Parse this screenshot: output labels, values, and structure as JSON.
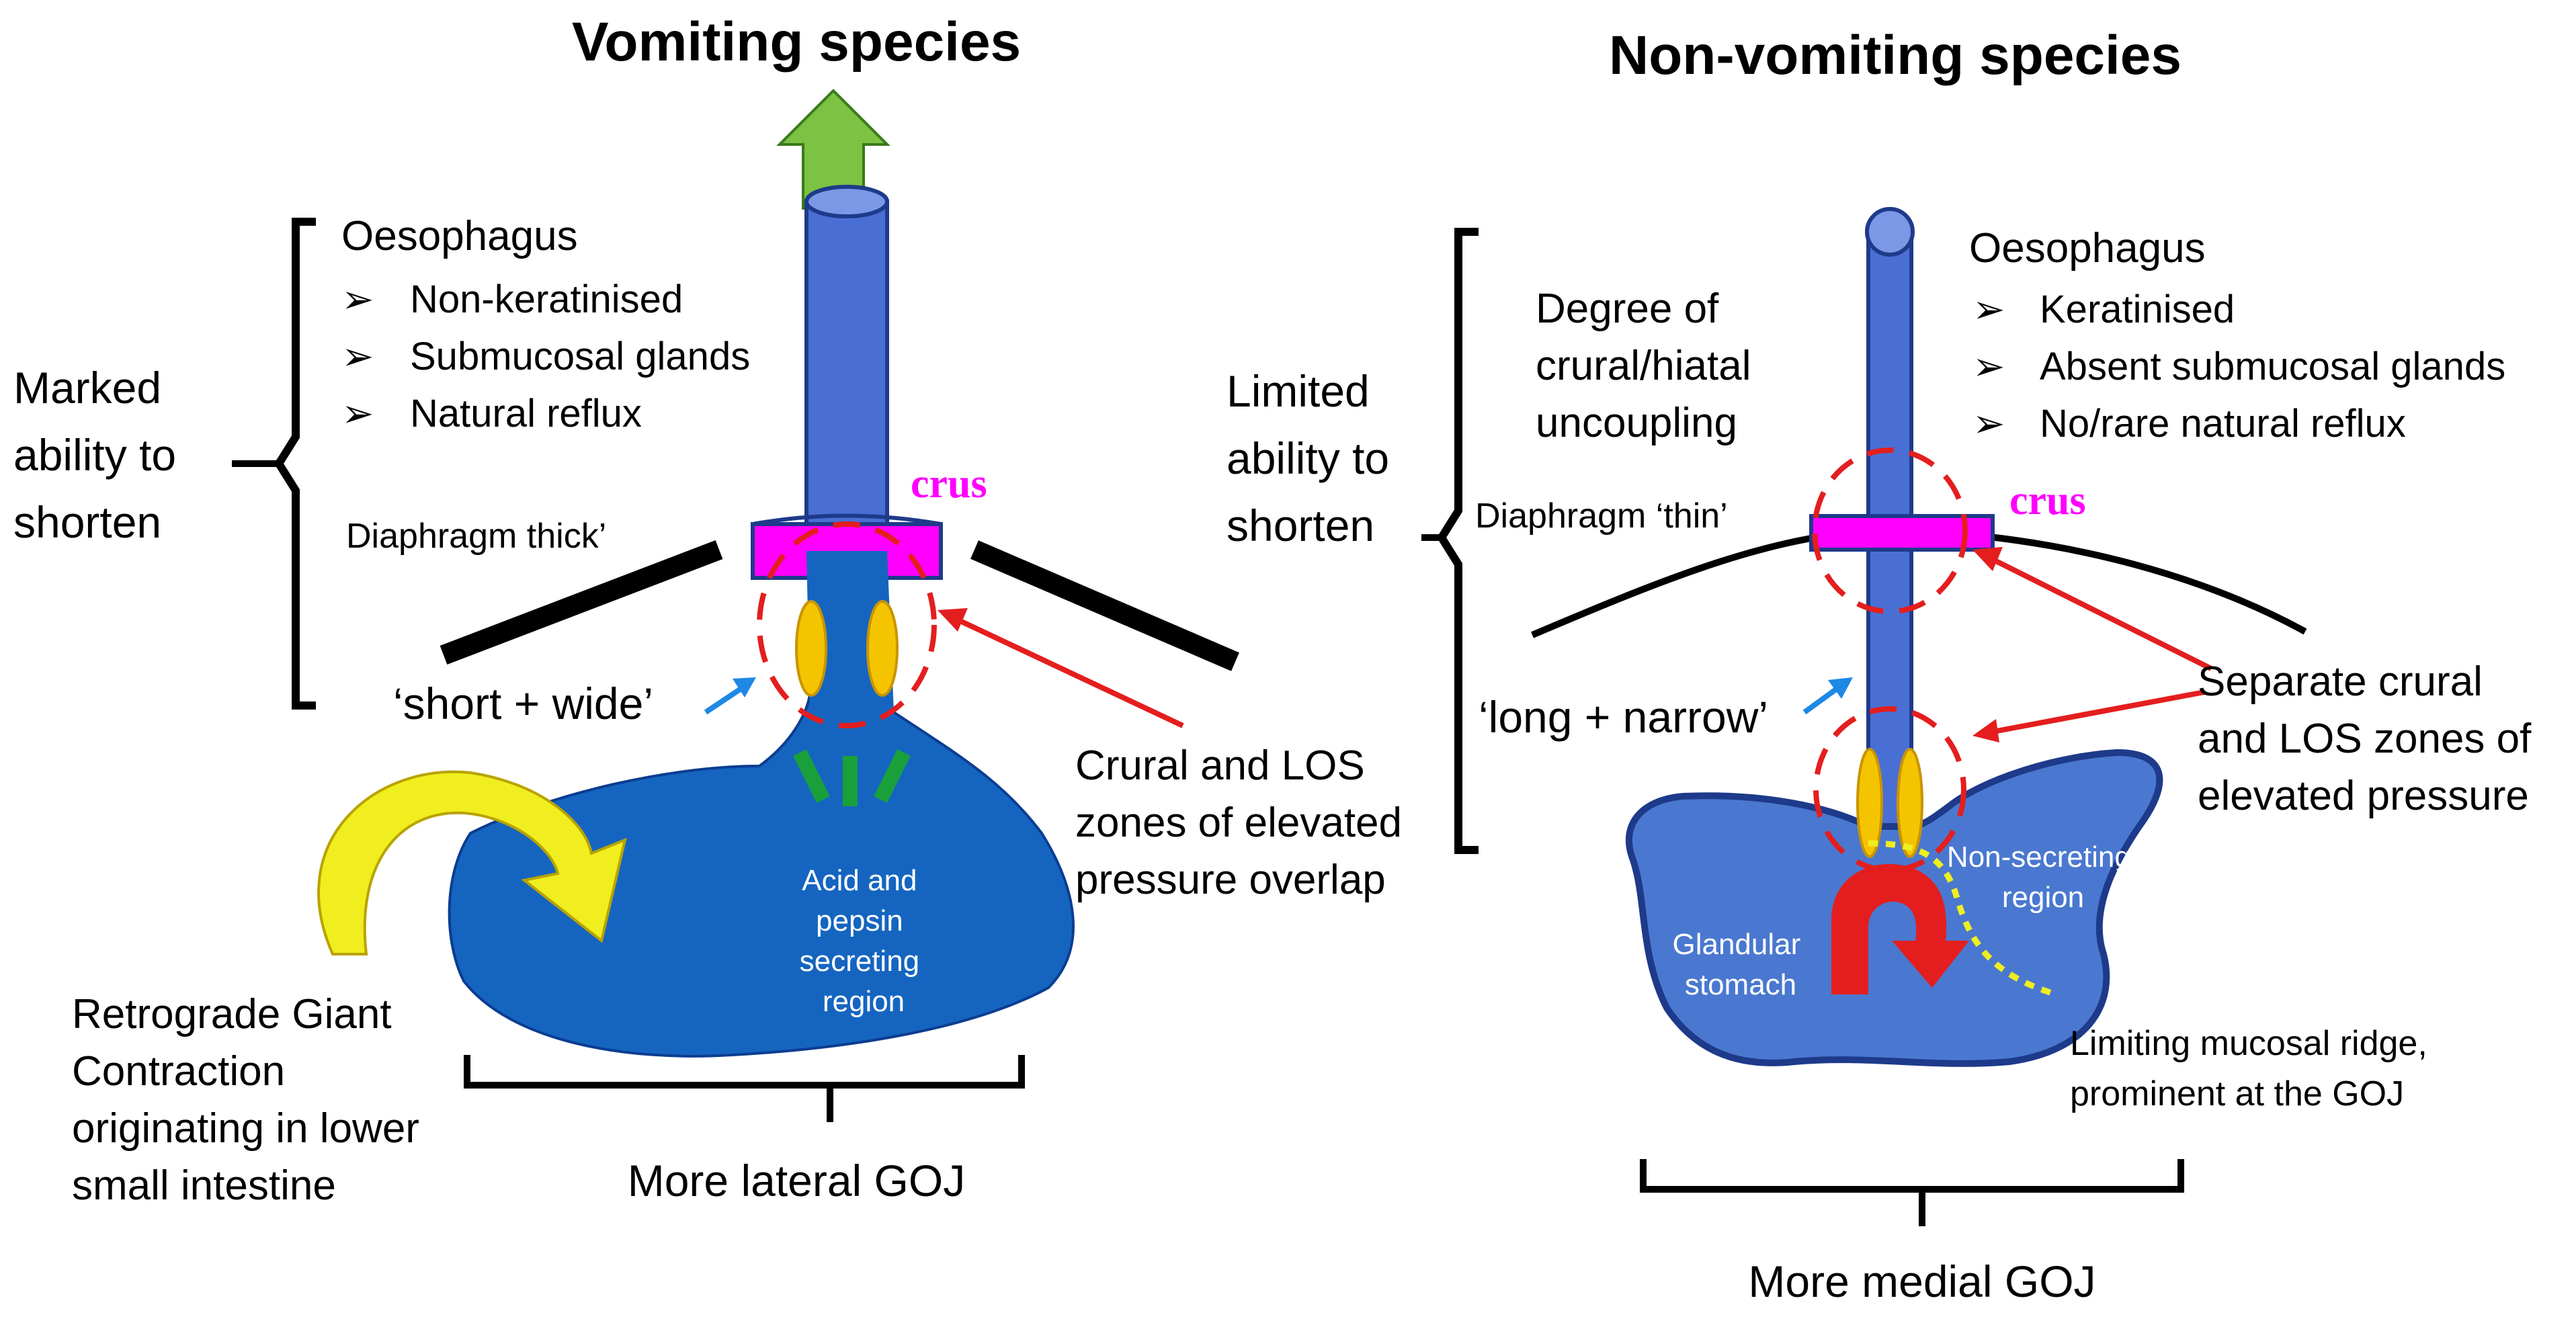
{
  "colors": {
    "oesophagus": "#4a6fd4",
    "stomach_left": "#1565c0",
    "stomach_right": "#4a78d0",
    "crus": "#ff00ff",
    "red": "#e41e1e",
    "yellow": "#f5c400",
    "green_arrow": "#7cc243",
    "pressure_dash": "#e41e1e"
  },
  "left": {
    "title": "Vomiting species",
    "oesophagus_heading": "Oesophagus",
    "oesophagus_items": [
      "Non-keratinised",
      "Submucosal glands",
      "Natural reflux"
    ],
    "shorten_label": [
      "Marked",
      "ability to",
      "shorten"
    ],
    "diaphragm": "Diaphragm thick’",
    "crus": "crus",
    "shape": "‘short + wide’",
    "pressure_note": [
      "Crural and LOS",
      "zones of elevated",
      "pressure overlap"
    ],
    "secreting_region": [
      "Acid and",
      "pepsin",
      "secreting",
      "region"
    ],
    "rgc_note": [
      "Retrograde Giant",
      "Contraction",
      "originating in lower",
      "small intestine"
    ],
    "goj": "More lateral GOJ"
  },
  "right": {
    "title": "Non-vomiting species",
    "oesophagus_heading": "Oesophagus",
    "oesophagus_items": [
      "Keratinised",
      "Absent submucosal glands",
      "No/rare natural reflux"
    ],
    "uncoupling": [
      "Degree of",
      "crural/hiatal",
      "uncoupling"
    ],
    "shorten_label": [
      "Limited",
      "ability to",
      "shorten"
    ],
    "diaphragm": "Diaphragm ‘thin’",
    "crus": "crus",
    "shape": "‘long + narrow’",
    "pressure_note": [
      "Separate crural",
      "and LOS zones of",
      "elevated pressure"
    ],
    "non_secreting": [
      "Non-secreting",
      "region"
    ],
    "glandular": [
      "Glandular",
      "stomach"
    ],
    "ridge_note": [
      "Limiting mucosal ridge,",
      "prominent at the GOJ"
    ],
    "goj": "More medial GOJ"
  }
}
